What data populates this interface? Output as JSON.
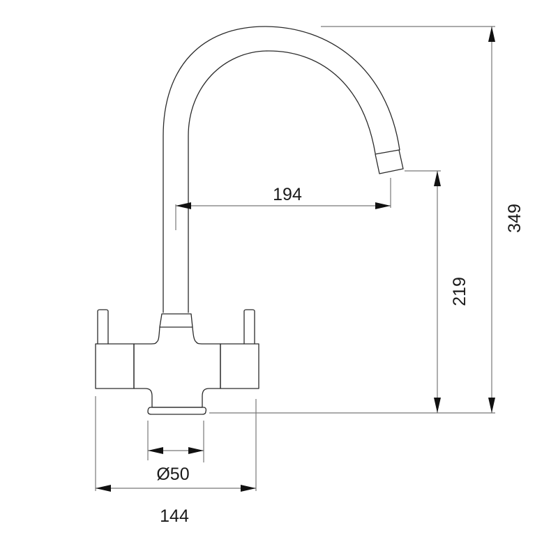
{
  "drawing": {
    "subject": "Dual lever swan-neck kitchen tap, side elevation",
    "line_color": "#2a2a2a",
    "dimension_line_color": "#777777",
    "background": "#ffffff"
  },
  "dimensions": {
    "spout_reach": "194",
    "spout_outlet_height": "219",
    "overall_height": "349",
    "base_diameter": "Ø50",
    "overall_width": "144"
  }
}
